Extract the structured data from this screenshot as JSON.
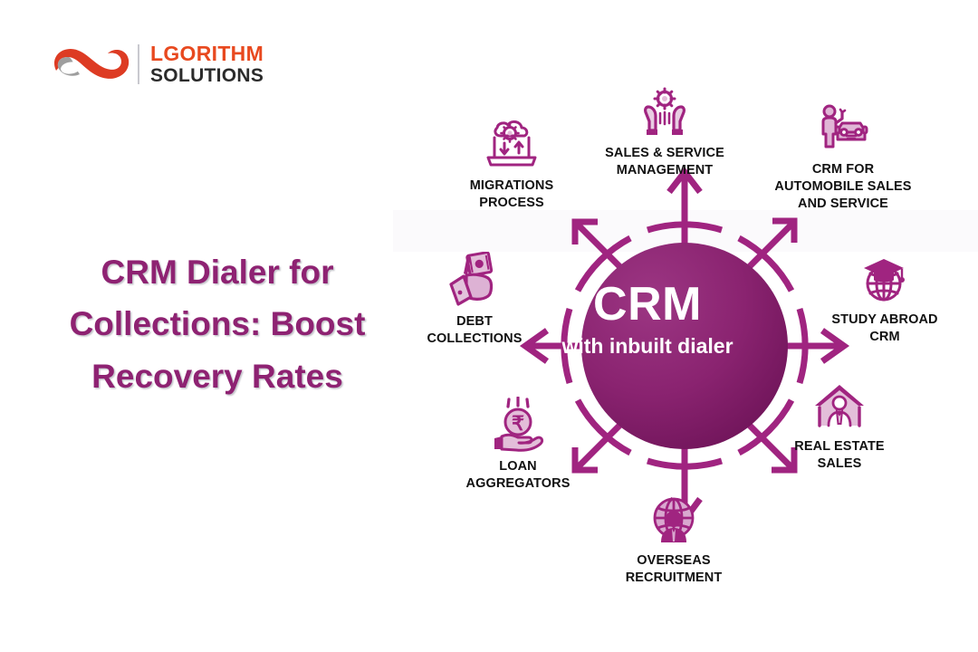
{
  "brand": {
    "logo_mark": "infinity-swoosh-logo",
    "name_line1": "LGORITHM",
    "name_line2": "SOLUTIONS",
    "mark_color": "#e8491f",
    "word1_color": "#e8491f",
    "word2_color": "#2b2b2b"
  },
  "headline": {
    "text": "CRM Dialer for Collections: Boost Recovery Rates",
    "color": "#8e2272"
  },
  "diagram": {
    "type": "hub-and-spoke",
    "hub": {
      "title": "CRM",
      "subtitle": "with inbuilt dialer",
      "fill_light": "#97307c",
      "fill_dark": "#72165c",
      "text_color": "#ffffff"
    },
    "ring_color": "#a02480",
    "arrow_color": "#a02480",
    "spokes": [
      {
        "id": "sales-service-management",
        "label": "SALES & SERVICE\nMANAGEMENT",
        "icon": "hands-holding-gear-icon",
        "direction": "up",
        "angle_deg": 270
      },
      {
        "id": "crm-for-automobile-sales-and-service",
        "label": "CRM FOR\nAUTOMOBILE SALES\nAND SERVICE",
        "icon": "person-with-car-icon",
        "direction": "up-right",
        "angle_deg": 315
      },
      {
        "id": "study-abroad-crm",
        "label": "STUDY ABROAD\nCRM",
        "icon": "globe-graduation-cap-icon",
        "direction": "right",
        "angle_deg": 0
      },
      {
        "id": "real-estate-sales",
        "label": "REAL ESTATE\nSALES",
        "icon": "house-with-agent-icon",
        "direction": "down-right",
        "angle_deg": 45
      },
      {
        "id": "overseas-recruitment",
        "label": "OVERSEAS\nRECRUITMENT",
        "icon": "globe-with-person-icon",
        "direction": "down",
        "angle_deg": 90
      },
      {
        "id": "loan-aggregators",
        "label": "LOAN\nAGGREGATORS",
        "icon": "hand-holding-rupee-coin-icon",
        "direction": "down-left",
        "angle_deg": 135
      },
      {
        "id": "debt-collections",
        "label": "DEBT\nCOLLECTIONS",
        "icon": "hand-holding-cash-icon",
        "direction": "left",
        "angle_deg": 180
      },
      {
        "id": "migrations-process",
        "label": "MIGRATIONS\nPROCESS",
        "icon": "laptop-cloud-migration-icon",
        "direction": "up-left",
        "angle_deg": 225
      }
    ]
  }
}
